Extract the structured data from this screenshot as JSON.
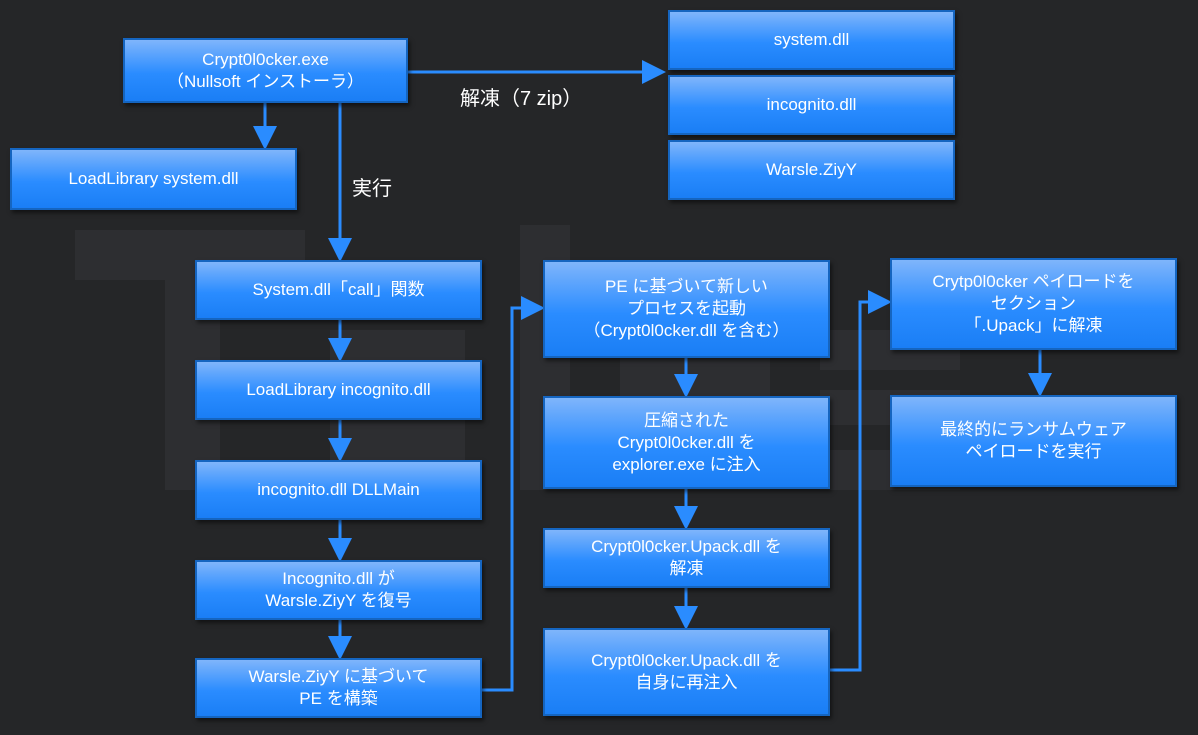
{
  "watermark": "Talos",
  "boxes": {
    "exe": "Crypt0l0cker.exe\n（Nullsoft インストーラ）",
    "loadlib_system": "LoadLibrary system.dll",
    "system_dll": "system.dll",
    "incognito_dll": "incognito.dll",
    "warsle": "Warsle.ZiyY",
    "call": "System.dll「call」関数",
    "loadlib_incognito": "LoadLibrary incognito.dll",
    "dllmain": "incognito.dll DLLMain",
    "decrypt": "Incognito.dll が\nWarsle.ZiyY を復号",
    "build_pe": "Warsle.ZiyY に基づいて\nPE を構築",
    "new_process": "PE に基づいて新しい\nプロセスを起動\n（Crypt0l0cker.dll を含む）",
    "inject": "圧縮された\nCrypt0l0cker.dll を\nexplorer.exe に注入",
    "unpack": "Crypt0l0cker.Upack.dll を\n解凍",
    "reinject": "Crypt0l0cker.Upack.dll を\n自身に再注入",
    "payload_unpack": "Crytp0l0cker ペイロードを\nセクション\n「.Upack」に解凍",
    "ransom": "最終的にランサムウェア\nペイロードを実行"
  },
  "labels": {
    "extract": "解凍（7 zip）",
    "execute": "実行"
  },
  "colors": {
    "box": "#2a8cff",
    "arrow": "#2a8cff",
    "background": "#252628"
  }
}
